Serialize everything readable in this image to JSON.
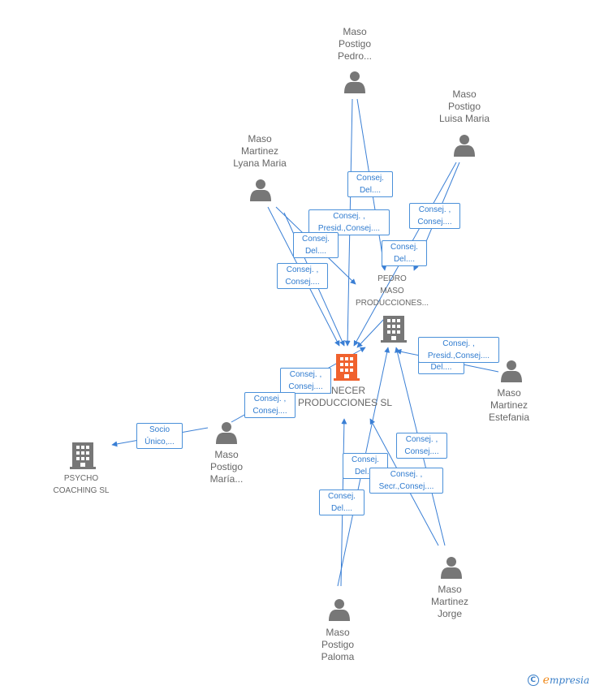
{
  "nodes": {
    "pedro": {
      "label": "Maso\nPostigo\nPedro..."
    },
    "luisa": {
      "label": "Maso\nPostigo\nLuisa Maria"
    },
    "lyana": {
      "label": "Maso\nMartinez\nLyana Maria"
    },
    "pedro_maso_prod": {
      "label": "PEDRO\nMASO\nPRODUCCIONES..."
    },
    "anecer": {
      "label": "ANECER\nPRODUCCIONES SL"
    },
    "estefania": {
      "label": "Maso\nMartinez\nEstefania"
    },
    "maria": {
      "label": "Maso\nPostigo\nMaría..."
    },
    "psycho": {
      "label": "PSYCHO\nCOACHING SL"
    },
    "jorge": {
      "label": "Maso\nMartinez\nJorge"
    },
    "paloma": {
      "label": "Maso\nPostigo\nPaloma"
    }
  },
  "roles": {
    "r1": "Consej.\nDel....",
    "r2": "Consej. ,\nConsej....",
    "r3": "Consej. ,\nPresid.,Consej....",
    "r4": "Consej.\nDel....",
    "r5": "Consej.\nDel....",
    "r6": "Consej. ,\nConsej....",
    "r7": "Consej. ,\nPresid.,Consej....",
    "r7b": "Del....",
    "r8": "Consej. ,\nConsej....",
    "r9": "Consej. ,\nConsej....",
    "r10": "Socio\nÚnico,...",
    "r11": "Consej. ,\nConsej....",
    "r12": "Consej.\nDel....",
    "r13": "Consej. ,\nSecr.,Consej....",
    "r14": "Consej.\nDel...."
  },
  "footer": {
    "copyright": "C",
    "brand_initial": "e",
    "brand_rest": "mpresia"
  },
  "colors": {
    "edge": "#3a7fd5",
    "person": "#777777",
    "company": "#777777",
    "main": "#f0622e"
  }
}
